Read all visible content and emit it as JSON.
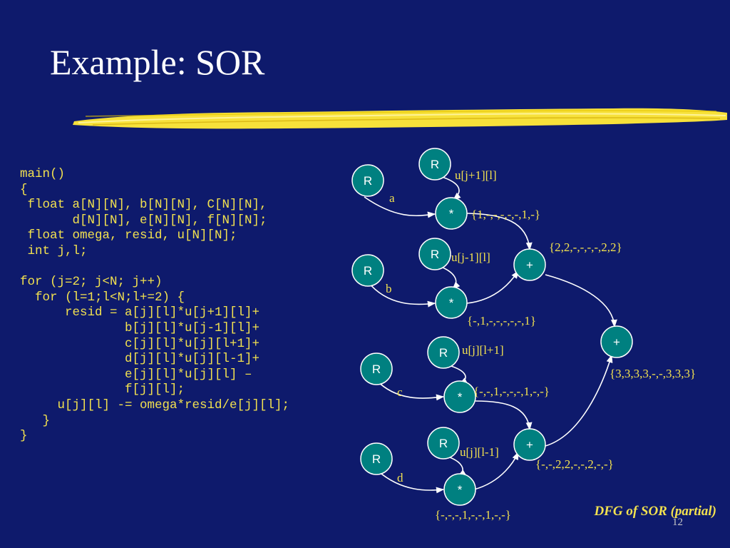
{
  "slide": {
    "title": "Example: SOR",
    "page_number": "12"
  },
  "code": {
    "lines": [
      "main()",
      "{",
      " float a[N][N], b[N][N], C[N][N],",
      "       d[N][N], e[N][N], f[N][N];",
      " float omega, resid, u[N][N];",
      " int j,l;",
      "",
      "for (j=2; j<N; j++)",
      "  for (l=1;l<N;l+=2) {",
      "      resid = a[j][l]*u[j+1][l]+",
      "              b[j][l]*u[j-1][l]+",
      "              c[j][l]*u[j][l+1]+",
      "              d[j][l]*u[j][l-1]+",
      "              e[j][l]*u[j][l] –",
      "              f[j][l];",
      "     u[j][l] -= omega*resid/e[j][l];",
      "   }",
      "}"
    ]
  },
  "dfg": {
    "caption": "DFG of SOR (partial)",
    "colors": {
      "node_fill": "#008080",
      "node_stroke": "#ffffff",
      "node_text": "#ffffff",
      "edge": "#ffffff",
      "label": "#f2e14f",
      "caption": "#f2e14f"
    },
    "nodes": {
      "r_a": "R",
      "r_u1": "R",
      "mul1": "*",
      "r_b": "R",
      "r_u2": "R",
      "mul2": "*",
      "add1": "+",
      "r_c": "R",
      "r_u3": "R",
      "mul3": "*",
      "r_d": "R",
      "r_u4": "R",
      "mul4": "*",
      "add2": "+",
      "add3": "+"
    },
    "edge_labels": {
      "a": "a",
      "b": "b",
      "c": "c",
      "d": "d",
      "u1": "u[j+1][l]",
      "u2": "u[j-1][l]",
      "u3": "u[j][l+1]",
      "u4": "u[j][l-1]"
    },
    "schedules": {
      "mul1": "{1,-,-,-,-,-,1,-}",
      "add1": "{2,2,-,-,-,-,2,2}",
      "mul2": "{-,1,-,-,-,-,-,1}",
      "add3": "{3,3,3,3,-,-,3,3,3}",
      "mul3": "{-,-,1,-,-,-,1,-,-}",
      "add2": "{-,-,2,2,-,-,2,-,-}",
      "mul4": "{-,-,-,1,-,-,1,-,-}"
    }
  }
}
